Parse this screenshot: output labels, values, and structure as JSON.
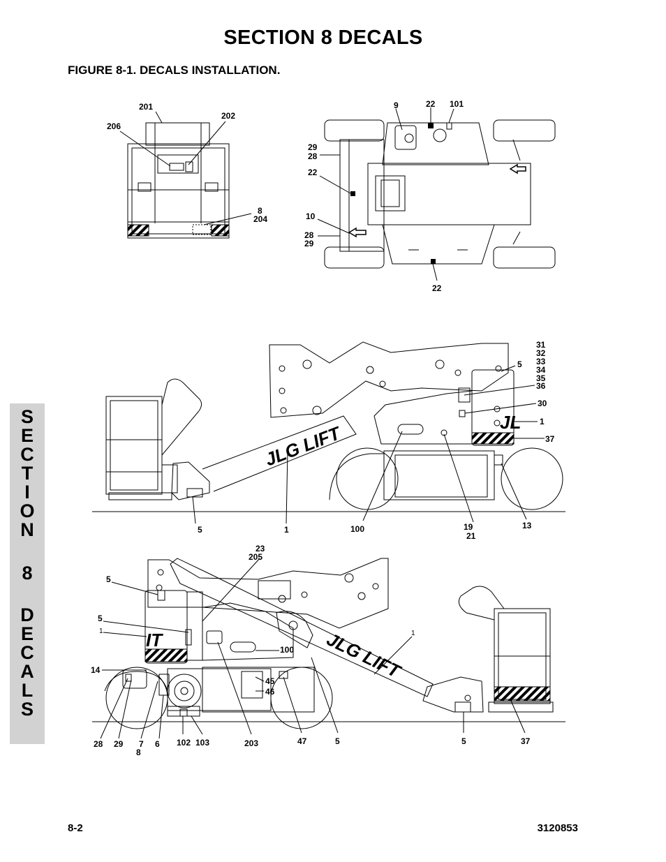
{
  "header": {
    "section_title": "SECTION 8  DECALS",
    "figure_title": "FIGURE 8-1.    DECALS INSTALLATION."
  },
  "side_tab": [
    "S",
    "E",
    "C",
    "T",
    "I",
    "O",
    "N",
    "",
    "8",
    "",
    "D",
    "E",
    "C",
    "A",
    "L",
    "S"
  ],
  "footer": {
    "page": "8-2",
    "doc_number": "3120853"
  },
  "logo_text": "JLG LIFT",
  "callouts": {
    "front": [
      "201",
      "206",
      "202",
      "8",
      "204"
    ],
    "top": [
      "9",
      "22",
      "101",
      "29",
      "28",
      "22",
      "10",
      "28",
      "29",
      "22"
    ],
    "right_side": [
      "31",
      "32",
      "33",
      "34",
      "35",
      "36",
      "5",
      "30",
      "1",
      "37",
      "5",
      "1",
      "100",
      "19",
      "21",
      "13"
    ],
    "left_side": [
      "23",
      "205",
      "5",
      "5",
      "1",
      "100",
      "14",
      "1",
      "45",
      "46",
      "28",
      "29",
      "7",
      "8",
      "6",
      "102",
      "103",
      "203",
      "47",
      "5",
      "5",
      "37"
    ]
  }
}
